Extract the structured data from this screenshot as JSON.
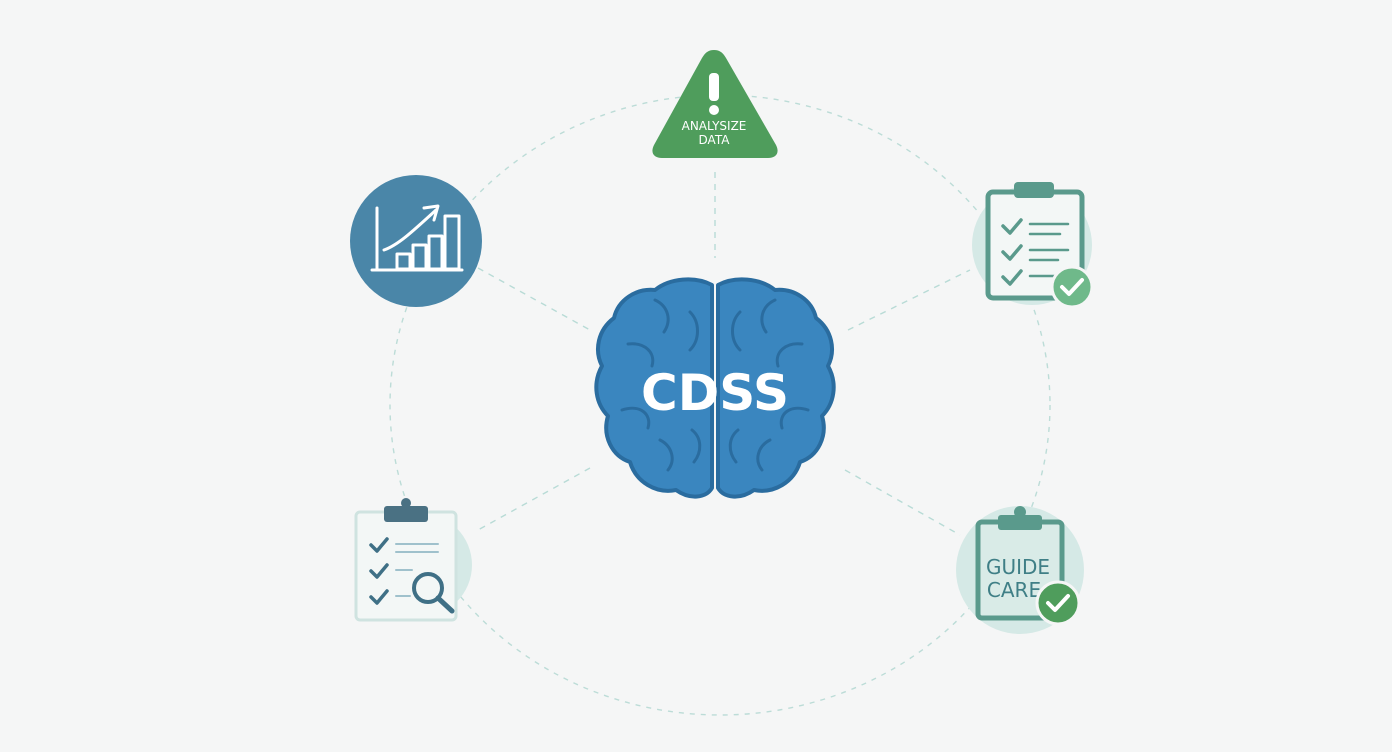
{
  "center": {
    "label": "CDSS"
  },
  "nodes": {
    "alert": {
      "line1": "ANALYSIZE",
      "line2": "DATA"
    },
    "guide": {
      "line1": "GUIDE",
      "line2": "CARE"
    }
  },
  "colors": {
    "background": "#f5f6f6",
    "brain": "#3a86bf",
    "brain_outline": "#2a6c9f",
    "steel_blue": "#4a86a8",
    "green": "#4f9d5c",
    "teal": "#5a9a8c",
    "light_teal": "#d5e9e6",
    "connector": "#b8dbd6"
  },
  "icons": [
    "chart-icon",
    "warning-icon",
    "checklist-icon",
    "search-checklist-icon",
    "guide-care-clipboard-icon",
    "brain-icon"
  ]
}
